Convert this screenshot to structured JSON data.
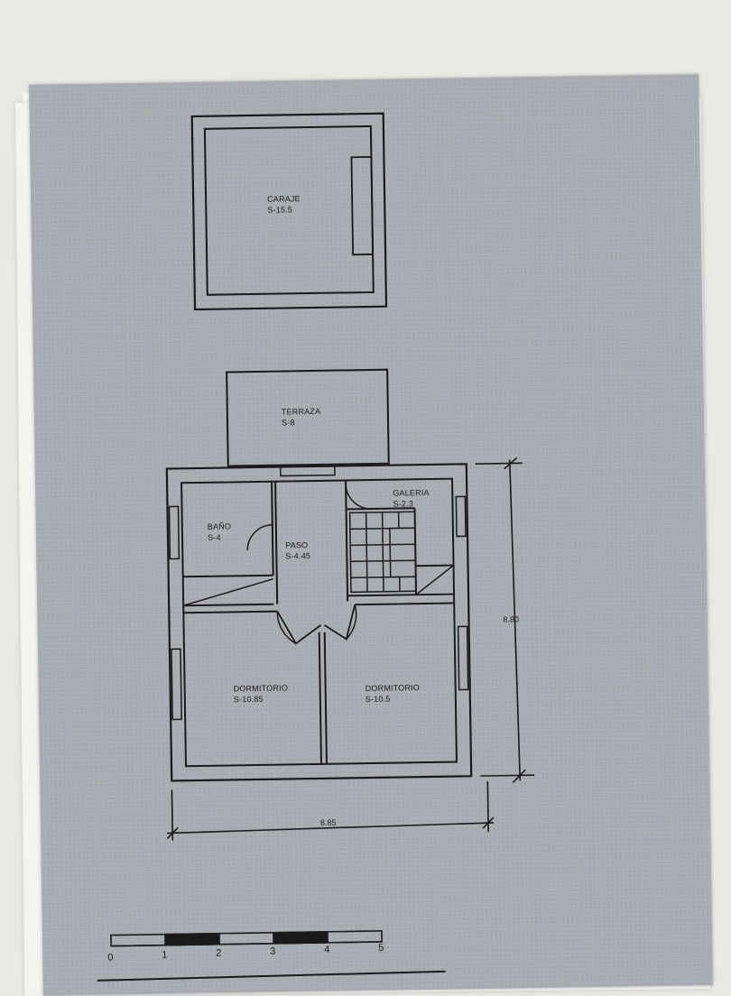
{
  "garage": {
    "name": "CARAJE",
    "area": "S-15.5"
  },
  "terrace": {
    "name": "TERRAZA",
    "area": "S-8"
  },
  "bath": {
    "name": "BAÑO",
    "area": "S-4"
  },
  "hall": {
    "name": "PASO",
    "area": "S-4.45"
  },
  "gallery": {
    "name": "GALERIA",
    "area": "S-2.3"
  },
  "bedroom_left": {
    "name": "DORMITORIO",
    "area": "S-10.85"
  },
  "bedroom_right": {
    "name": "DORMITORIO",
    "area": "S-10.5"
  },
  "dimensions": {
    "height": "8.80",
    "width": "8.85"
  },
  "scale_bar": {
    "ticks": [
      "0",
      "1",
      "2",
      "3",
      "4",
      "5"
    ]
  },
  "colors": {
    "paper": "#a9abb3",
    "ink": "#1a1a1a"
  }
}
